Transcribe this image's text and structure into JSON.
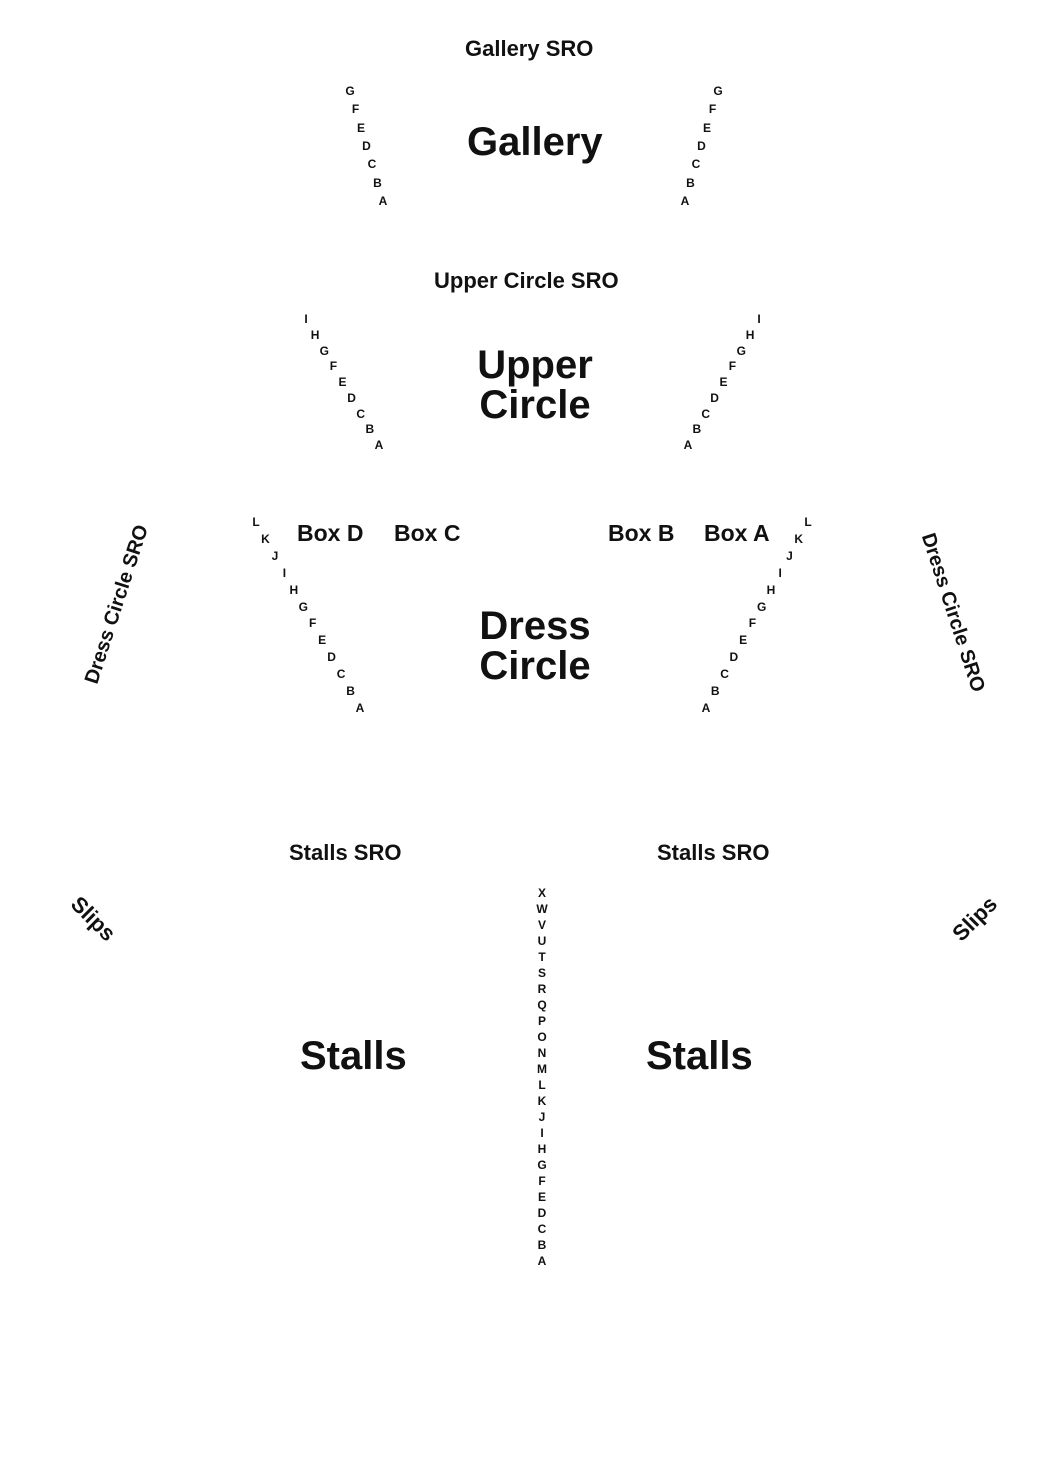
{
  "gallery": {
    "sro_label": "Gallery SRO",
    "title": "Gallery",
    "rows": [
      "G",
      "F",
      "E",
      "D",
      "C",
      "B",
      "A"
    ]
  },
  "upper_circle": {
    "sro_label": "Upper Circle SRO",
    "title_line1": "Upper",
    "title_line2": "Circle",
    "rows": [
      "I",
      "H",
      "G",
      "F",
      "E",
      "D",
      "C",
      "B",
      "A"
    ]
  },
  "dress_circle": {
    "title_line1": "Dress",
    "title_line2": "Circle",
    "sro_left_label": "Dress Circle SRO",
    "sro_right_label": "Dress Circle SRO",
    "boxes": {
      "box_d": "Box D",
      "box_c": "Box C",
      "box_b": "Box B",
      "box_a": "Box A"
    },
    "rows": [
      "L",
      "K",
      "J",
      "I",
      "H",
      "G",
      "F",
      "E",
      "D",
      "C",
      "B",
      "A"
    ]
  },
  "stalls": {
    "sro_left_label": "Stalls SRO",
    "sro_right_label": "Stalls SRO",
    "title_left": "Stalls",
    "title_right": "Stalls",
    "slips_left": "Slips",
    "slips_right": "Slips",
    "rows": [
      "X",
      "W",
      "V",
      "U",
      "T",
      "S",
      "R",
      "Q",
      "P",
      "O",
      "N",
      "M",
      "L",
      "K",
      "J",
      "I",
      "H",
      "G",
      "F",
      "E",
      "D",
      "C",
      "B",
      "A"
    ]
  }
}
